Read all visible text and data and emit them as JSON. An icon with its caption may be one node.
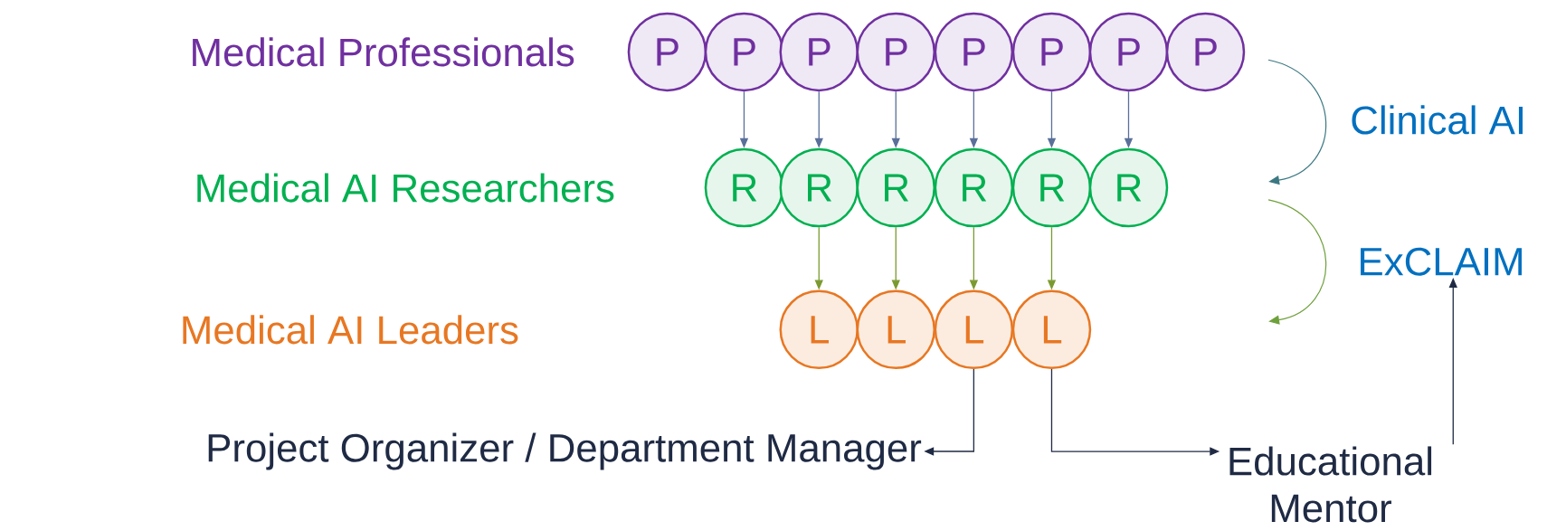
{
  "diagram": {
    "nodes": [
      {
        "text": [
          "P"
        ]
      },
      {
        "text": [
          "P"
        ]
      },
      {
        "text": [
          "P"
        ]
      },
      {
        "text": [
          "P"
        ]
      },
      {
        "text": [
          "P"
        ]
      },
      {
        "text": [
          "P"
        ]
      },
      {
        "text": [
          "P"
        ]
      },
      {
        "text": [
          "P"
        ]
      },
      {
        "text": [
          "R"
        ]
      },
      {
        "text": [
          "R"
        ]
      },
      {
        "text": [
          "R"
        ]
      },
      {
        "text": [
          "R"
        ]
      },
      {
        "text": [
          "R"
        ]
      },
      {
        "text": [
          "R"
        ]
      },
      {
        "text": [
          "L"
        ]
      },
      {
        "text": [
          "L"
        ]
      },
      {
        "text": [
          "L"
        ]
      },
      {
        "text": [
          "L"
        ]
      },
      {
        "text": [
          "Project Organizer / Department Manager"
        ]
      },
      {
        "text": [
          "Educational Mentor"
        ]
      },
      {
        "text": [
          "ExCLAIM"
        ]
      }
    ],
    "edges": [
      {
        "from": 1,
        "to": 8,
        "arrow": "to",
        "color": "#5a6f9a"
      },
      {
        "from": 2,
        "to": 9,
        "arrow": "to",
        "color": "#5a6f9a"
      },
      {
        "from": 3,
        "to": 10,
        "arrow": "to",
        "color": "#5a6f9a"
      },
      {
        "from": 4,
        "to": 11,
        "arrow": "to",
        "color": "#5a6f9a"
      },
      {
        "from": 5,
        "to": 12,
        "arrow": "to",
        "color": "#5a6f9a"
      },
      {
        "from": 6,
        "to": 13,
        "arrow": "to",
        "color": "#5a6f9a"
      },
      {
        "from": 9,
        "to": 14,
        "arrow": "to",
        "color": "#7a9a30"
      },
      {
        "from": 10,
        "to": 15,
        "arrow": "to",
        "color": "#7a9a30"
      },
      {
        "from": 11,
        "to": 16,
        "arrow": "to",
        "color": "#7a9a30"
      },
      {
        "from": 12,
        "to": 17,
        "arrow": "to",
        "color": "#7a9a30"
      },
      {
        "from": 16,
        "to": 18,
        "arrow": "to"
      },
      {
        "from": 17,
        "to": 19,
        "arrow": "to"
      },
      {
        "from": 19,
        "to": 20,
        "arrow": "to"
      }
    ],
    "labels": [
      "Medical Professionals",
      "Medical AI Researchers",
      "Medical AI Leaders",
      "Clinical AI"
    ]
  }
}
